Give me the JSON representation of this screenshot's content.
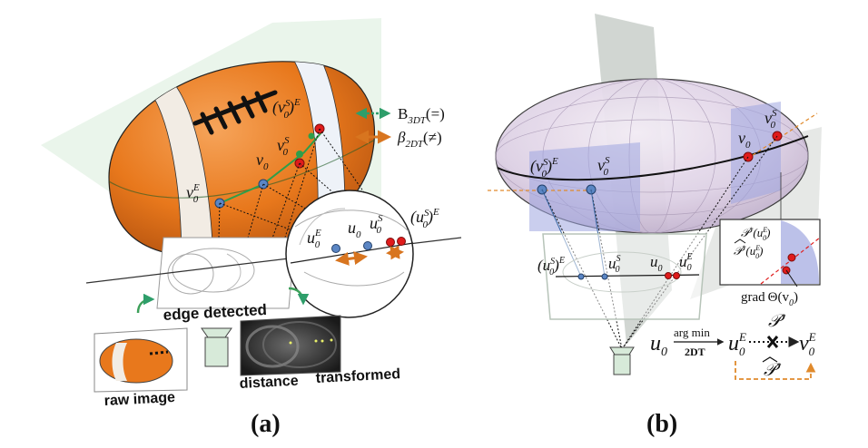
{
  "panel_a": {
    "label": "(a)",
    "captions": {
      "edge_detected": "edge detected",
      "raw_image": "raw image",
      "distance": "distance",
      "transformed": "transformed"
    },
    "points": {
      "vS0E": "(v",
      "vS0E_sub": "0",
      "vS0E_sup": "S",
      "vS0E_close": ")",
      "vS0E_outer": "E",
      "v0": "v",
      "v0_sub": "0",
      "vS0": "v",
      "vS0_sub": "0",
      "vS0_sup": "S",
      "vE0": "v",
      "vE0_sub": "0",
      "vE0_sup": "E",
      "uE0": "u",
      "uE0_sub": "0",
      "uE0_sup": "E",
      "u0": "u",
      "u0_sub": "0",
      "uS0": "u",
      "uS0_sub": "0",
      "uS0_sup": "S",
      "uS0E": "(u",
      "uS0E_sub": "0",
      "uS0E_sup": "S",
      "uS0E_close": ")",
      "uS0E_outer": "E"
    },
    "legend": {
      "b3dt_main": "B",
      "b3dt_sub": "3DT",
      "b3dt_rel": "(=)",
      "b2dt_main": "β",
      "b2dt_sub": "2DT",
      "b2dt_rel": "(≠)"
    }
  },
  "panel_b": {
    "label": "(b)",
    "points": {
      "vS0E": "(v",
      "vS0E_sub": "0",
      "vS0E_sup": "S",
      "vS0E_close": ")",
      "vS0E_outer": "E",
      "vS0": "v",
      "vS0_sub": "0",
      "vS0_sup": "S",
      "v0": "v",
      "v0_sub": "0",
      "vS0_right": "v",
      "vS0_right_sub": "0",
      "vS0_right_sup": "S",
      "uS0E": "(u",
      "uS0E_sub": "0",
      "uS0E_sup": "S",
      "uS0E_close": ")",
      "uS0E_outer": "E",
      "uS0": "u",
      "uS0_sub": "0",
      "uS0_sup": "S",
      "u0": "u",
      "u0_sub": "0",
      "uE0": "u",
      "uE0_sub": "0",
      "uE0_sup": "E"
    },
    "inset": {
      "p_star": "𝒫",
      "p_star_sup": "*",
      "p_star_arg": "(u",
      "p_star_arg_sub": "0",
      "p_star_arg_sup": "E",
      "p_star_arg_close": ")",
      "p_hat": "𝒫",
      "p_hat_sup": "*",
      "p_hat_arg": "(u",
      "p_hat_arg_sub": "0",
      "p_hat_arg_sup": "E",
      "p_hat_arg_close": ")",
      "grad": "grad",
      "theta": "Θ(v",
      "theta_sub": "0",
      "theta_close": ")"
    },
    "formula": {
      "u0": "u",
      "u0_sub": "0",
      "argmin": "arg min",
      "method": "2DT",
      "uE0": "u",
      "uE0_sub": "0",
      "uE0_sup": "E",
      "p_star": "𝒫",
      "p_star_sup": "*",
      "vE0": "v",
      "vE0_sub": "0",
      "vE0_sup": "E",
      "p_hat": "𝒫",
      "p_hat_sup": "*"
    }
  },
  "colors": {
    "ball_orange": "#e8781c",
    "ball_band": "#f3ece4",
    "green_dot": "#2e9e4a",
    "red_dot": "#e01b1b",
    "blue_dot": "#5b86c4",
    "orange_arrow": "#e08a2c",
    "green_arrow": "#2e9e6a",
    "ellipsoid_fill": "#d8cde6",
    "panel_blue": "#9fa6e0",
    "frustum_green": "#d7ead9"
  }
}
